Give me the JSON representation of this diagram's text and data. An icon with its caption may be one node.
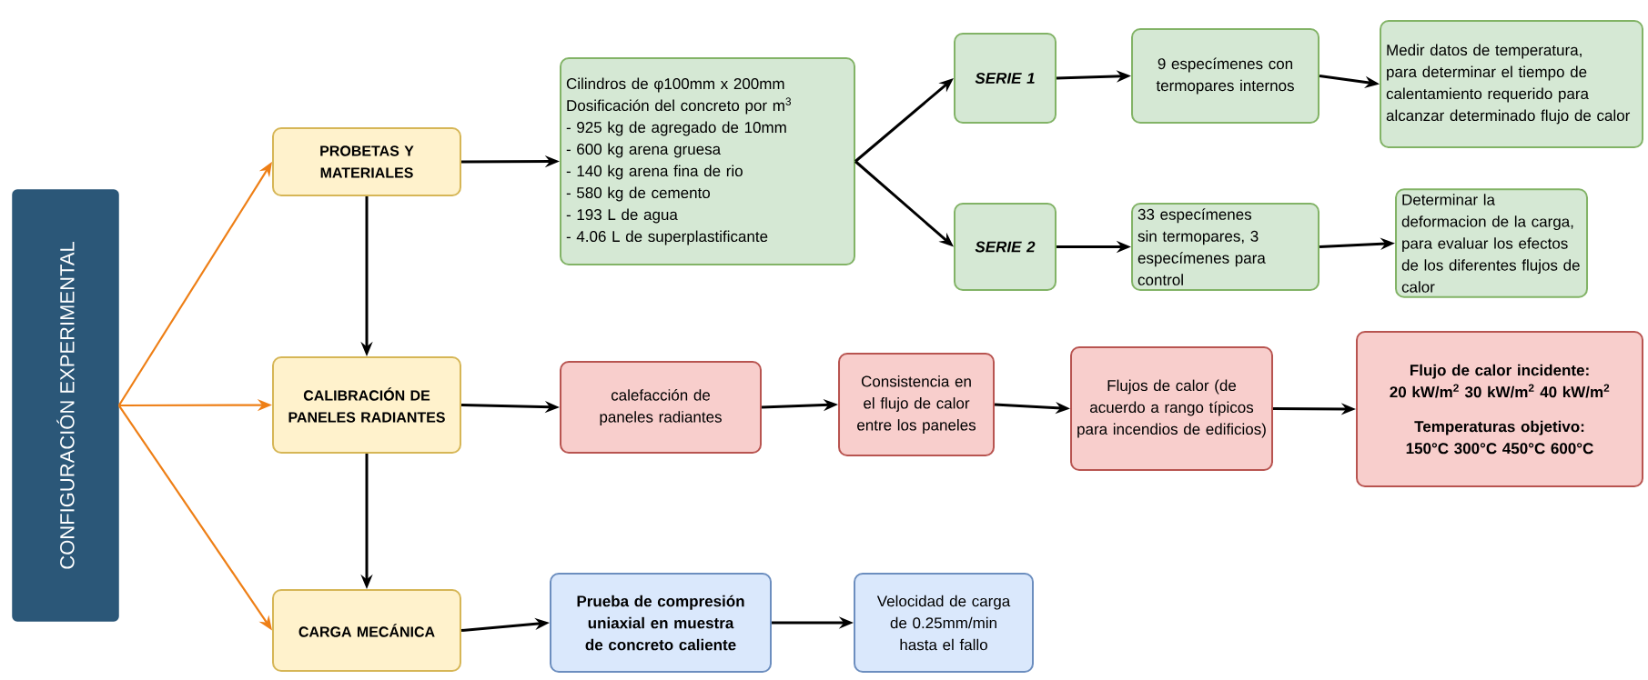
{
  "diagram": {
    "nodes": [
      {
        "text": [
          "CONFIGURACIÓN EXPERIMENTAL"
        ]
      },
      {
        "text": [
          "PROBETAS Y MATERIALES"
        ]
      },
      {
        "text": [
          "Cilindros de φ100mm x 200mm",
          "Dosificación del concreto por m$^{3}$",
          "- 925 kg de agregado de 10mm",
          "- 600 kg arena gruesa",
          "- 140 kg arena fina de rio",
          "- 580 kg de cemento",
          "- 193 L de agua",
          "- 4.06 L de superplastificante"
        ]
      },
      {
        "text": [
          "SERIE 1"
        ]
      },
      {
        "text": [
          "9 especímenes con termopares internos"
        ]
      },
      {
        "text": [
          "Medir datos de temperatura, para determinar el tiempo de calentamiento requerido para alcanzar determinado flujo de calor"
        ]
      },
      {
        "text": [
          "SERIE 2"
        ]
      },
      {
        "text": [
          "33 especímenes sin termopares, 3 especímenes para control"
        ]
      },
      {
        "text": [
          "Determinar la deformacion de la carga, para evaluar los efectos de los diferentes flujos de calor"
        ]
      },
      {
        "text": [
          "CALIBRACIÓN DE PANELES RADIANTES"
        ]
      },
      {
        "text": [
          "calefacción de paneles radiantes"
        ]
      },
      {
        "text": [
          "Consistencia en el flujo de calor entre los paneles"
        ]
      },
      {
        "text": [
          "Flujos de calor (de acuerdo a rango típicos para incendios de edificios)"
        ]
      },
      {
        "text": [
          "Flujo de calor incidente:",
          "20 kW/m$^{2}$ 30 kW/m$^{2}$  40 kW/m$^{2}$",
          "Temperaturas objetivo:",
          "150°C  300°C  450°C  600°C"
        ]
      },
      {
        "text": [
          "CARGA MECÁNICA"
        ]
      },
      {
        "text": [
          "Prueba de compresión uniaxial en muestra de concreto caliente"
        ]
      },
      {
        "text": [
          "Velocidad de carga de 0.25mm/min hasta el fallo"
        ]
      }
    ],
    "edges": [
      {
        "from": 0,
        "to": 1,
        "arrow": "to",
        "color": "#ee7f16"
      },
      {
        "from": 0,
        "to": 9,
        "arrow": "to",
        "color": "#ee7f16"
      },
      {
        "from": 0,
        "to": 14,
        "arrow": "to",
        "color": "#ee7f16"
      },
      {
        "from": 1,
        "to": 2,
        "arrow": "to"
      },
      {
        "from": 2,
        "to": 3,
        "arrow": "to"
      },
      {
        "from": 2,
        "to": 6,
        "arrow": "to"
      },
      {
        "from": 3,
        "to": 4,
        "arrow": "to"
      },
      {
        "from": 4,
        "to": 5,
        "arrow": "to"
      },
      {
        "from": 6,
        "to": 7,
        "arrow": "to"
      },
      {
        "from": 7,
        "to": 8,
        "arrow": "to"
      },
      {
        "from": 1,
        "to": 9,
        "arrow": "to"
      },
      {
        "from": 9,
        "to": 10,
        "arrow": "to"
      },
      {
        "from": 10,
        "to": 11,
        "arrow": "to"
      },
      {
        "from": 11,
        "to": 12,
        "arrow": "to"
      },
      {
        "from": 12,
        "to": 13,
        "arrow": "to"
      },
      {
        "from": 9,
        "to": 14,
        "arrow": "to"
      },
      {
        "from": 14,
        "to": 15,
        "arrow": "to"
      },
      {
        "from": 15,
        "to": 16,
        "arrow": "to"
      }
    ]
  }
}
